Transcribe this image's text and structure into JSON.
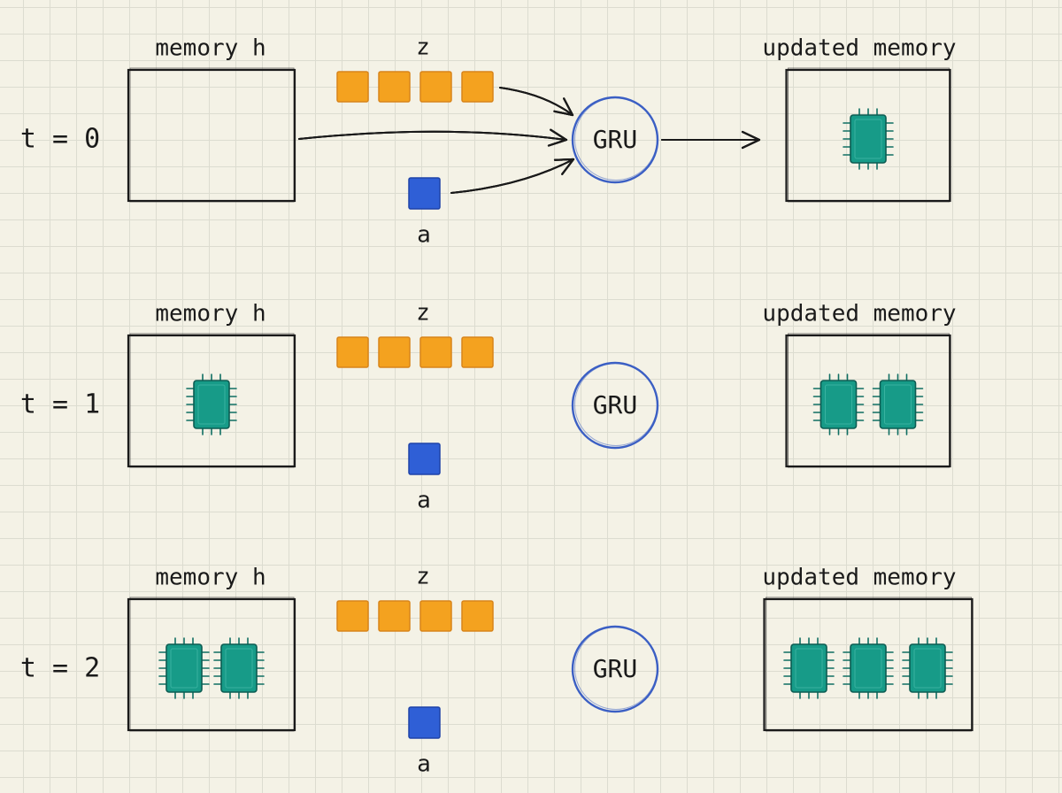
{
  "rows": [
    {
      "time_label": "t = 0",
      "memory_label": "memory h",
      "z_label": "z",
      "a_label": "a",
      "gru_label": "GRU",
      "updated_label": "updated memory",
      "memory_chips": 0,
      "updated_chips": 1
    },
    {
      "time_label": "t = 1",
      "memory_label": "memory h",
      "z_label": "z",
      "a_label": "a",
      "gru_label": "GRU",
      "updated_label": "updated memory",
      "memory_chips": 1,
      "updated_chips": 2
    },
    {
      "time_label": "t = 2",
      "memory_label": "memory h",
      "z_label": "z",
      "a_label": "a",
      "gru_label": "GRU",
      "updated_label": "updated memory",
      "memory_chips": 2,
      "updated_chips": 3
    }
  ],
  "z_squares": 4,
  "colors": {
    "z": "#f4a21f",
    "a": "#2f5fd6",
    "chip": "#179b88",
    "gru_outline": "#3b5fc4",
    "ink": "#1a1a1a"
  },
  "icons": {
    "chip": "chip-icon",
    "arrow": "arrow-icon"
  }
}
